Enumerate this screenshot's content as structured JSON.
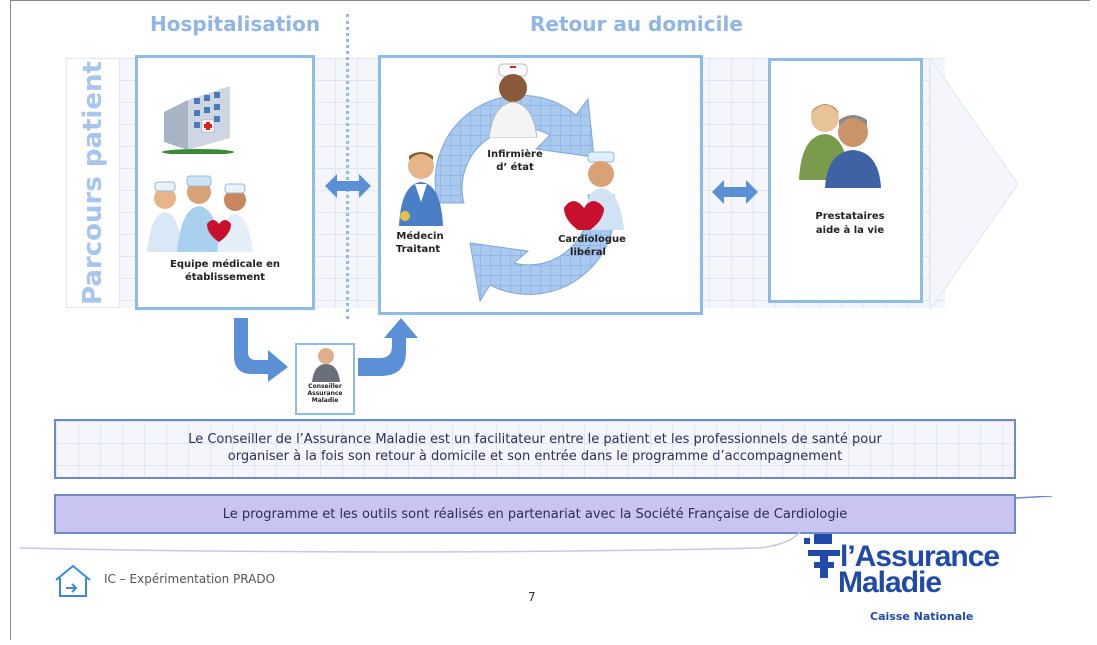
{
  "sections": {
    "hospitalisation": "Hospitalisation",
    "retour": "Retour au domicile",
    "parcours": "Parcours patient"
  },
  "boxes": {
    "equipe": "Equipe médicale en établissement",
    "infirmiere_line1": "Infirmière",
    "infirmiere_line2": "d’ état",
    "medecin_line1": "Médecin",
    "medecin_line2": "Traitant",
    "cardiologue_line1": "Cardiologue",
    "cardiologue_line2": "libéral",
    "prestataires_line1": "Prestataires",
    "prestataires_line2": "aide à la vie",
    "conseiller_line1": "Conseiller",
    "conseiller_line2": "Assurance",
    "conseiller_line3": "Maladie"
  },
  "banners": {
    "conseiller_line1": "Le Conseiller de l’Assurance Maladie est un facilitateur entre le patient et les professionnels de santé pour",
    "conseiller_line2": "organiser à la fois son retour à domicile et son entrée dans le programme d’accompagnement",
    "partenariat": "Le programme et les outils sont réalisés en partenariat avec la Société Française de Cardiologie"
  },
  "footer": {
    "experimentation": "IC – Expérimentation PRADO",
    "page_number": "7",
    "logo_line1": "l’Assurance",
    "logo_line2": "Maladie",
    "logo_sub": "Caisse Nationale"
  },
  "colors": {
    "accent_blue": "#8fbbe8",
    "title_blue": "#8fb6e6",
    "banner_border": "#6f88c8",
    "banner_fill": "#c9c4f0",
    "logo_blue": "#1f4aa8"
  }
}
